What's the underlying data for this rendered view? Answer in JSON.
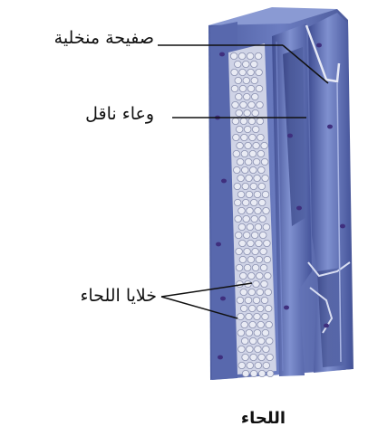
{
  "labels": {
    "sieve_plate": "صفيحة منخلية",
    "vessel": "وعاء ناقل",
    "phloem_cells": "خلايا اللحاء"
  },
  "caption": "اللحاء",
  "colors": {
    "tissue_blue": "#5d6fb3",
    "tissue_dark": "#3e4c8f",
    "tissue_light": "#8f9fd6",
    "cells_fill": "#d9dcea",
    "nucleus": "#4a3a86"
  }
}
